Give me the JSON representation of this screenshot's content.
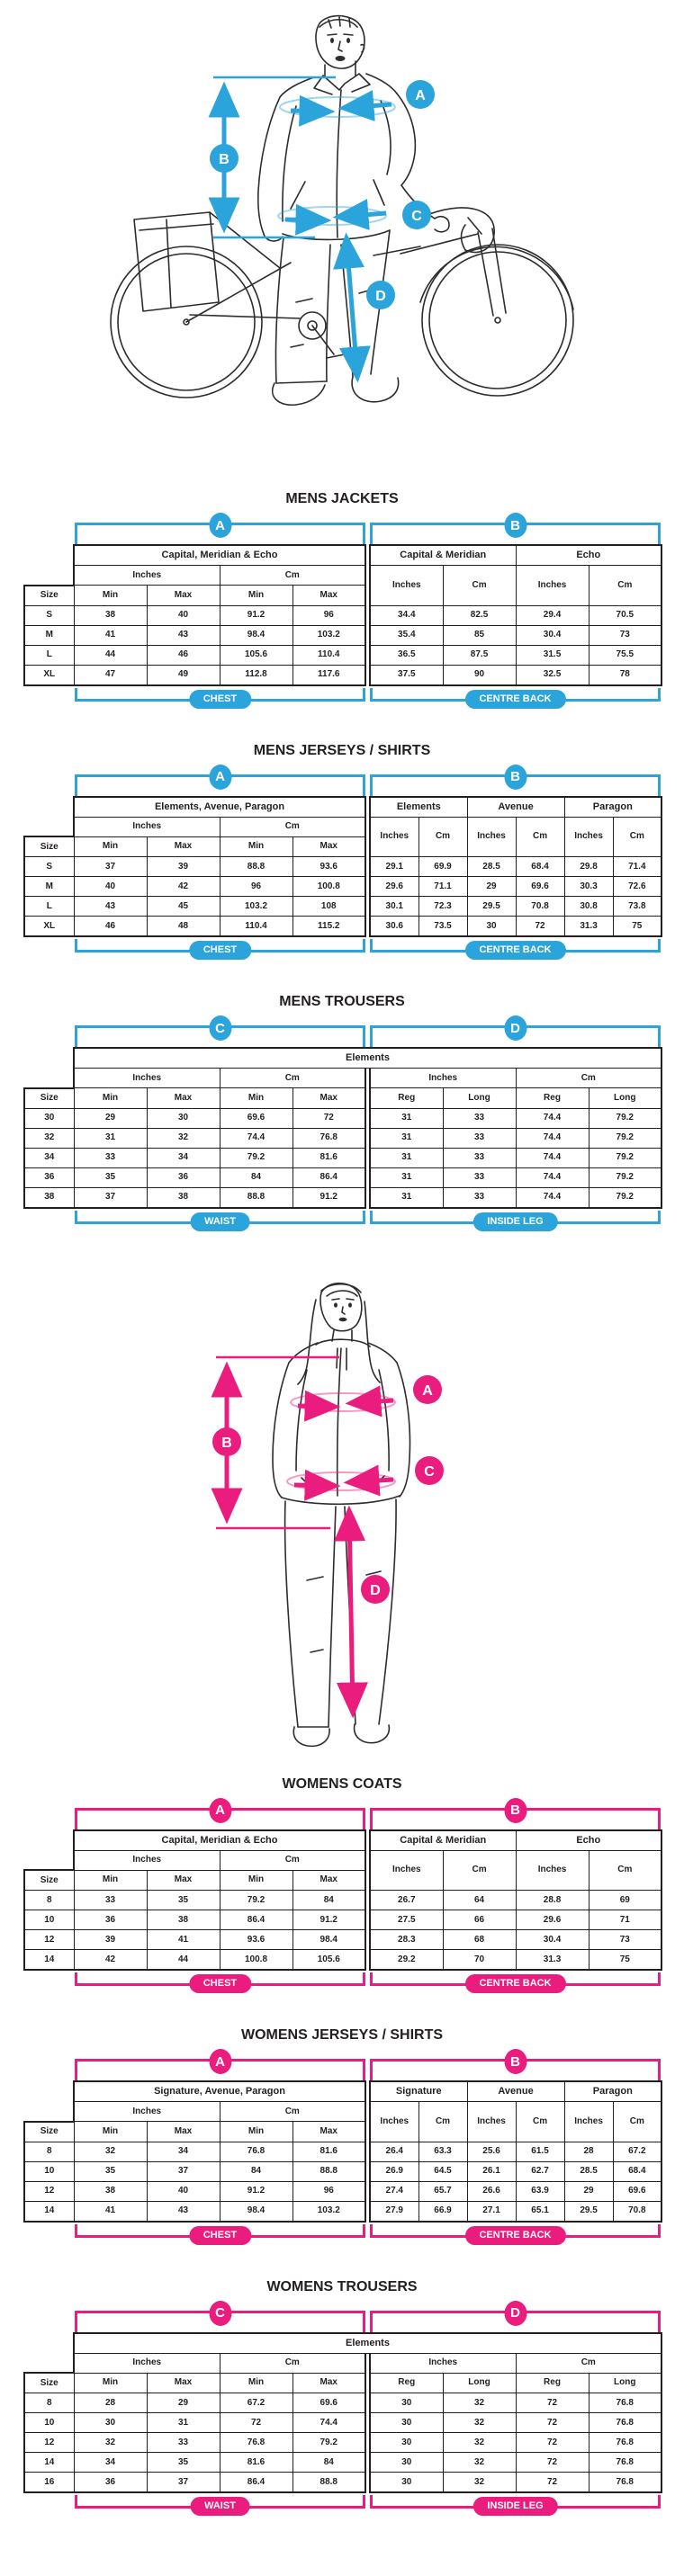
{
  "colors": {
    "blue": "#2BA4DC",
    "pink": "#EA1D7F",
    "ink": "#231F20"
  },
  "labels": {
    "size": "Size",
    "inches": "Inches",
    "cm": "Cm",
    "min": "Min",
    "max": "Max",
    "reg": "Reg",
    "long": "Long"
  },
  "figures": {
    "man": {
      "description": "line drawing of man standing with road bicycle and pannier",
      "markers": [
        "A",
        "B",
        "C",
        "D"
      ]
    },
    "woman": {
      "description": "line drawing of woman standing with hands in pockets",
      "markers": [
        "A",
        "B",
        "C",
        "D"
      ]
    }
  },
  "tables": [
    {
      "title": "MENS JACKETS",
      "accent": "blue",
      "kind": "jacket",
      "bracketLeft": "A",
      "bracketRight": "B",
      "footerLeft": "CHEST",
      "footerRight": "CENTRE BACK",
      "groupA": "Capital, Meridian & Echo",
      "groupsB": [
        "Capital & Meridian",
        "Echo"
      ],
      "rows": [
        [
          "S",
          "38",
          "40",
          "91.2",
          "96",
          "34.4",
          "82.5",
          "29.4",
          "70.5"
        ],
        [
          "M",
          "41",
          "43",
          "98.4",
          "103.2",
          "35.4",
          "85",
          "30.4",
          "73"
        ],
        [
          "L",
          "44",
          "46",
          "105.6",
          "110.4",
          "36.5",
          "87.5",
          "31.5",
          "75.5"
        ],
        [
          "XL",
          "47",
          "49",
          "112.8",
          "117.6",
          "37.5",
          "90",
          "32.5",
          "78"
        ]
      ]
    },
    {
      "title": "MENS JERSEYS / SHIRTS",
      "accent": "blue",
      "kind": "jersey",
      "bracketLeft": "A",
      "bracketRight": "B",
      "footerLeft": "CHEST",
      "footerRight": "CENTRE BACK",
      "groupA": "Elements, Avenue, Paragon",
      "groupsB": [
        "Elements",
        "Avenue",
        "Paragon"
      ],
      "rows": [
        [
          "S",
          "37",
          "39",
          "88.8",
          "93.6",
          "29.1",
          "69.9",
          "28.5",
          "68.4",
          "29.8",
          "71.4"
        ],
        [
          "M",
          "40",
          "42",
          "96",
          "100.8",
          "29.6",
          "71.1",
          "29",
          "69.6",
          "30.3",
          "72.6"
        ],
        [
          "L",
          "43",
          "45",
          "103.2",
          "108",
          "30.1",
          "72.3",
          "29.5",
          "70.8",
          "30.8",
          "73.8"
        ],
        [
          "XL",
          "46",
          "48",
          "110.4",
          "115.2",
          "30.6",
          "73.5",
          "30",
          "72",
          "31.3",
          "75"
        ]
      ]
    },
    {
      "title": "MENS TROUSERS",
      "accent": "blue",
      "kind": "trouser",
      "bracketLeft": "C",
      "bracketRight": "D",
      "footerLeft": "WAIST",
      "footerRight": "INSIDE LEG",
      "group": "Elements",
      "rows": [
        [
          "30",
          "29",
          "30",
          "69.6",
          "72",
          "31",
          "33",
          "74.4",
          "79.2"
        ],
        [
          "32",
          "31",
          "32",
          "74.4",
          "76.8",
          "31",
          "33",
          "74.4",
          "79.2"
        ],
        [
          "34",
          "33",
          "34",
          "79.2",
          "81.6",
          "31",
          "33",
          "74.4",
          "79.2"
        ],
        [
          "36",
          "35",
          "36",
          "84",
          "86.4",
          "31",
          "33",
          "74.4",
          "79.2"
        ],
        [
          "38",
          "37",
          "38",
          "88.8",
          "91.2",
          "31",
          "33",
          "74.4",
          "79.2"
        ]
      ]
    },
    {
      "title": "WOMENS COATS",
      "accent": "pink",
      "kind": "jacket",
      "bracketLeft": "A",
      "bracketRight": "B",
      "footerLeft": "CHEST",
      "footerRight": "CENTRE BACK",
      "groupA": "Capital, Meridian & Echo",
      "groupsB": [
        "Capital & Meridian",
        "Echo"
      ],
      "rows": [
        [
          "8",
          "33",
          "35",
          "79.2",
          "84",
          "26.7",
          "64",
          "28.8",
          "69"
        ],
        [
          "10",
          "36",
          "38",
          "86.4",
          "91.2",
          "27.5",
          "66",
          "29.6",
          "71"
        ],
        [
          "12",
          "39",
          "41",
          "93.6",
          "98.4",
          "28.3",
          "68",
          "30.4",
          "73"
        ],
        [
          "14",
          "42",
          "44",
          "100.8",
          "105.6",
          "29.2",
          "70",
          "31.3",
          "75"
        ]
      ]
    },
    {
      "title": "WOMENS JERSEYS / SHIRTS",
      "accent": "pink",
      "kind": "jersey",
      "bracketLeft": "A",
      "bracketRight": "B",
      "footerLeft": "CHEST",
      "footerRight": "CENTRE BACK",
      "groupA": "Signature, Avenue, Paragon",
      "groupsB": [
        "Signature",
        "Avenue",
        "Paragon"
      ],
      "rows": [
        [
          "8",
          "32",
          "34",
          "76.8",
          "81.6",
          "26.4",
          "63.3",
          "25.6",
          "61.5",
          "28",
          "67.2"
        ],
        [
          "10",
          "35",
          "37",
          "84",
          "88.8",
          "26.9",
          "64.5",
          "26.1",
          "62.7",
          "28.5",
          "68.4"
        ],
        [
          "12",
          "38",
          "40",
          "91.2",
          "96",
          "27.4",
          "65.7",
          "26.6",
          "63.9",
          "29",
          "69.6"
        ],
        [
          "14",
          "41",
          "43",
          "98.4",
          "103.2",
          "27.9",
          "66.9",
          "27.1",
          "65.1",
          "29.5",
          "70.8"
        ]
      ]
    },
    {
      "title": "WOMENS TROUSERS",
      "accent": "pink",
      "kind": "trouser",
      "bracketLeft": "C",
      "bracketRight": "D",
      "footerLeft": "WAIST",
      "footerRight": "INSIDE LEG",
      "group": "Elements",
      "rows": [
        [
          "8",
          "28",
          "29",
          "67.2",
          "69.6",
          "30",
          "32",
          "72",
          "76.8"
        ],
        [
          "10",
          "30",
          "31",
          "72",
          "74.4",
          "30",
          "32",
          "72",
          "76.8"
        ],
        [
          "12",
          "32",
          "33",
          "76.8",
          "79.2",
          "30",
          "32",
          "72",
          "76.8"
        ],
        [
          "14",
          "34",
          "35",
          "81.6",
          "84",
          "30",
          "32",
          "72",
          "76.8"
        ],
        [
          "16",
          "36",
          "37",
          "86.4",
          "88.8",
          "30",
          "32",
          "72",
          "76.8"
        ]
      ]
    }
  ]
}
